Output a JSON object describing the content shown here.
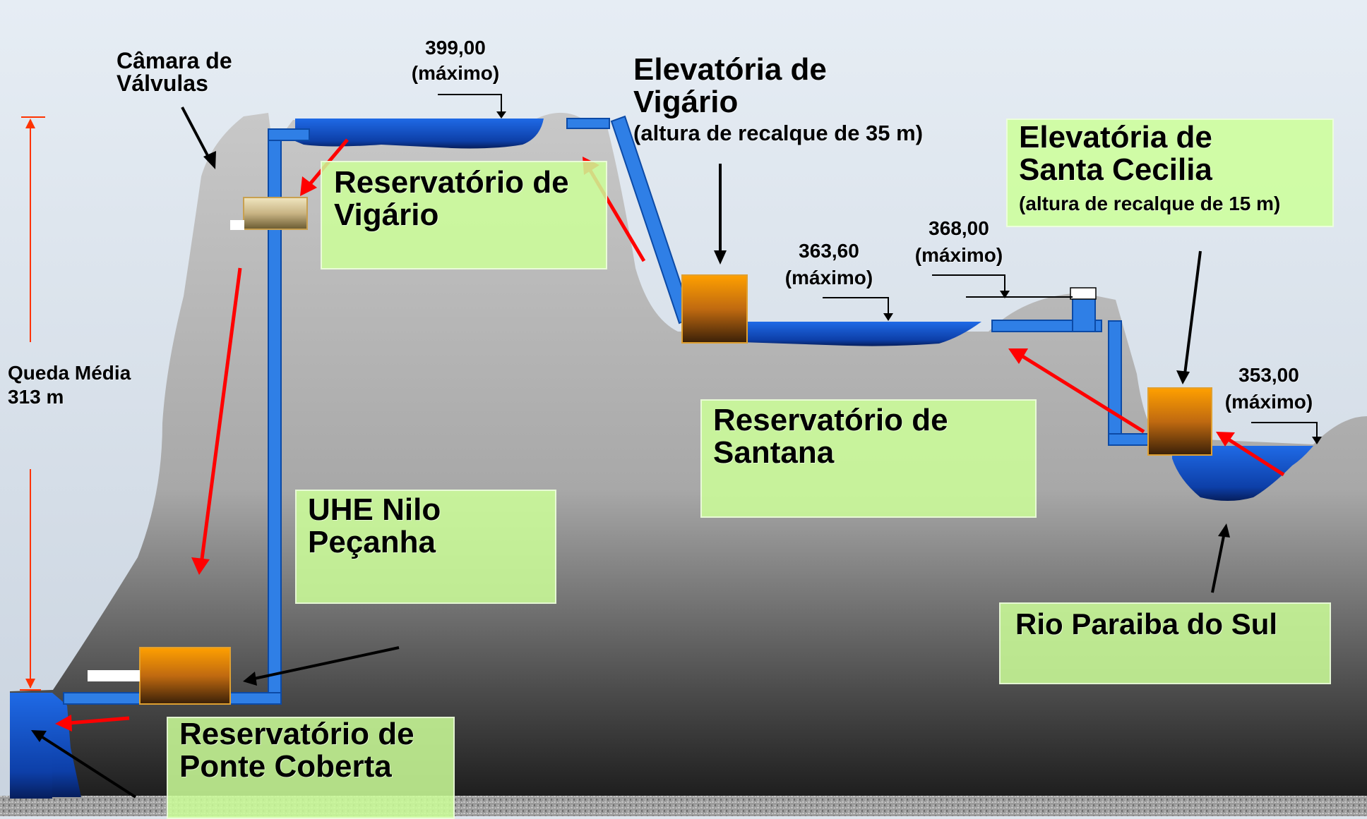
{
  "labels": {
    "camara": "Câmara de Válvulas",
    "queda": "Queda Média",
    "queda_value": "313 m",
    "res_vigario": "Reservatório de Vigário",
    "elev_vigario_title": "Elevatória de Vigário",
    "elev_vigario_sub": "(altura de recalque de 35 m)",
    "elev_cecilia_title": "Elevatória de Santa Cecilia",
    "elev_cecilia_sub": "(altura de recalque de 15 m)",
    "res_santana": "Reservatório de Santana",
    "uhe": "UHE Nilo Peçanha",
    "rio": "Rio Paraiba do Sul",
    "res_ponte": "Reservatório de Ponte Coberta"
  },
  "levels": {
    "vigario": {
      "value": "399,00",
      "note": "(máximo)"
    },
    "santana": {
      "value": "363,60",
      "note": "(máximo)"
    },
    "intermediate": {
      "value": "368,00",
      "note": "(máximo)"
    },
    "paraiba": {
      "value": "353,00",
      "note": "(máximo)"
    }
  },
  "colors": {
    "water": "#1a5fd6",
    "pipe": "#2f7fe6",
    "flow_arrow": "#ff0000",
    "label_box": "#ccff99",
    "dimension_line": "#ff3300",
    "station": "#e88a10"
  }
}
